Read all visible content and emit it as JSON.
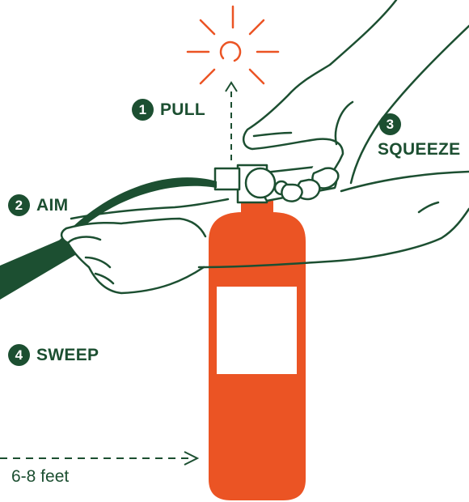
{
  "steps": [
    {
      "number": "1",
      "label": "PULL"
    },
    {
      "number": "2",
      "label": "AIM"
    },
    {
      "number": "3",
      "label": "SQUEEZE"
    },
    {
      "number": "4",
      "label": "SWEEP"
    }
  ],
  "distance_label": "6-8 feet",
  "colors": {
    "green": "#1c4f31",
    "orange": "#eb5424",
    "white": "#ffffff"
  },
  "icons": [
    "pin-burst-icon",
    "fire-extinguisher",
    "left-hand",
    "right-hand",
    "hose",
    "nozzle"
  ]
}
